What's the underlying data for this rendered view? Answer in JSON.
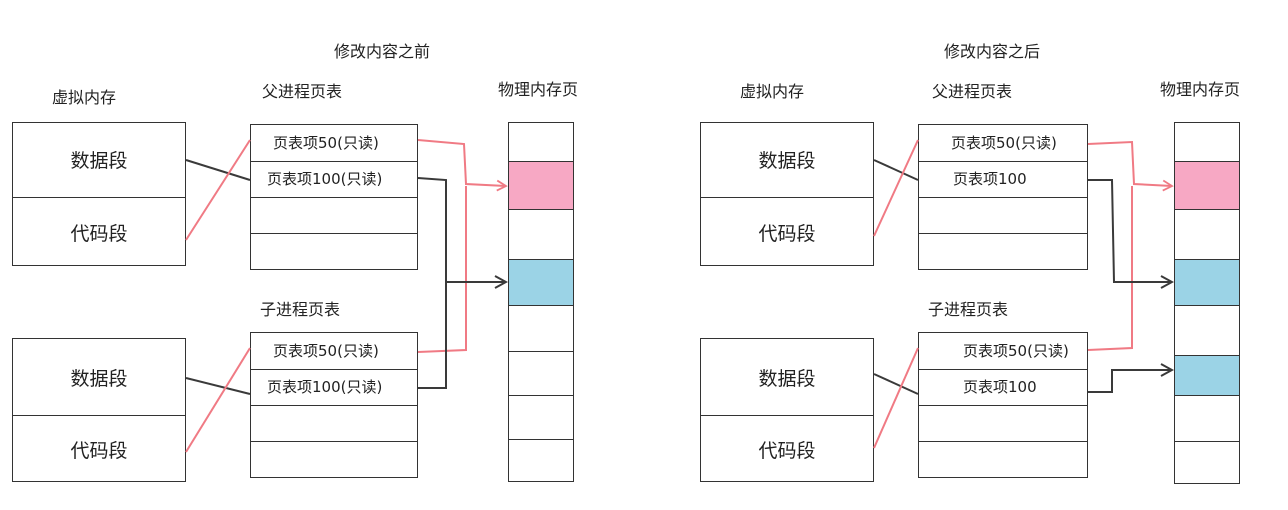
{
  "panels": [
    {
      "title": "修改内容之前",
      "vm_label": "虚拟内存",
      "parent_label": "父进程页表",
      "child_label": "子进程页表",
      "pm_label": "物理内存页",
      "vm_segments": [
        "数据段",
        "代码段"
      ],
      "parent_entries": [
        "页表项50(只读)",
        "页表项100(只读)",
        "",
        ""
      ],
      "child_entries": [
        "页表项50(只读)",
        "页表项100(只读)",
        "",
        ""
      ]
    },
    {
      "title": "修改内容之后",
      "vm_label": "虚拟内存",
      "parent_label": "父进程页表",
      "child_label": "子进程页表",
      "pm_label": "物理内存页",
      "vm_segments": [
        "数据段",
        "代码段"
      ],
      "parent_entries": [
        "页表项50(只读)",
        "页表项100",
        "",
        ""
      ],
      "child_entries": [
        "页表项50(只读)",
        "页表项100",
        "",
        ""
      ]
    }
  ],
  "colors": {
    "red_line": "#f07a84",
    "dark_line": "#3a3a3a",
    "pink_page": "#f7a8c4",
    "blue_page": "#9bd3e6"
  }
}
